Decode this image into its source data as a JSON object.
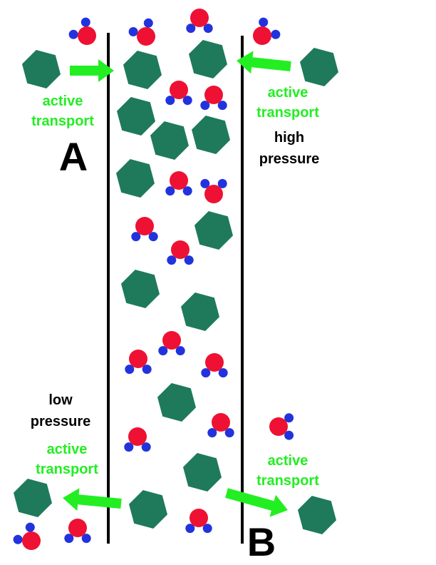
{
  "labels": {
    "active_transport_top_left": [
      "active",
      "transport"
    ],
    "active_transport_top_right": [
      "active",
      "transport"
    ],
    "active_transport_bottom_left": [
      "active",
      "transport"
    ],
    "active_transport_bottom_right": [
      "active",
      "transport"
    ],
    "high_pressure": [
      "high",
      "pressure"
    ],
    "low_pressure": [
      "low",
      "pressure"
    ],
    "letter_a": "A",
    "letter_b": "B"
  },
  "colors": {
    "hexagon": "#1e7a5a",
    "oxygen": "#ee1133",
    "hydrogen": "#2233dd",
    "arrow": "#22ee22",
    "wall": "#000000",
    "label_green": "#22ee22"
  },
  "icons": {
    "molecule": "hexagon-molecule-icon",
    "water": "water-molecule-icon",
    "arrow": "arrow-icon"
  }
}
